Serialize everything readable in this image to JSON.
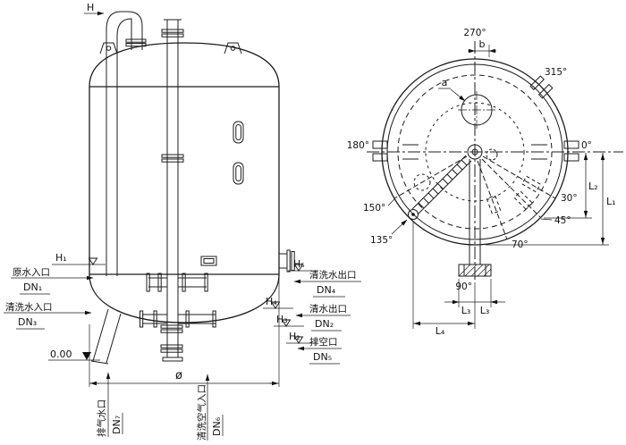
{
  "side_view": {
    "dim_labels": {
      "h": "H",
      "h1": "H₁",
      "h2": "H₂",
      "h3": "H₃",
      "h4": "H₄",
      "h5": "H₅",
      "elevation": "0.00",
      "diameter": "ø"
    },
    "nozzle_labels": {
      "raw_water_inlet": {
        "name": "原水入口",
        "dn": "DN₁"
      },
      "wash_water_inlet": {
        "name": "清洗水入口",
        "dn": "DN₃"
      },
      "wash_water_outlet": {
        "name": "清洗水出口",
        "dn": "DN₄"
      },
      "clean_water_outlet": {
        "name": "清水出口",
        "dn": "DN₂"
      },
      "vent": {
        "name": "排空口",
        "dn": "DN₅"
      },
      "drain_water": {
        "name": "排气水口",
        "dn": "DN₇"
      },
      "wash_air_inlet": {
        "name": "清洗空气入口",
        "dn": "DN₆"
      }
    }
  },
  "top_view": {
    "angles": {
      "deg0": "0°",
      "deg30": "30°",
      "deg45": "45°",
      "deg70": "70°",
      "deg90": "90°",
      "deg135": "135°",
      "deg150": "150°",
      "deg180": "180°",
      "deg270": "270°",
      "deg315": "315°"
    },
    "dims": {
      "a": "a",
      "b": "b",
      "l1": "L₁",
      "l2": "L₂",
      "l3_left": "L₃",
      "l3_right": "L₃",
      "l4": "L₄"
    }
  }
}
